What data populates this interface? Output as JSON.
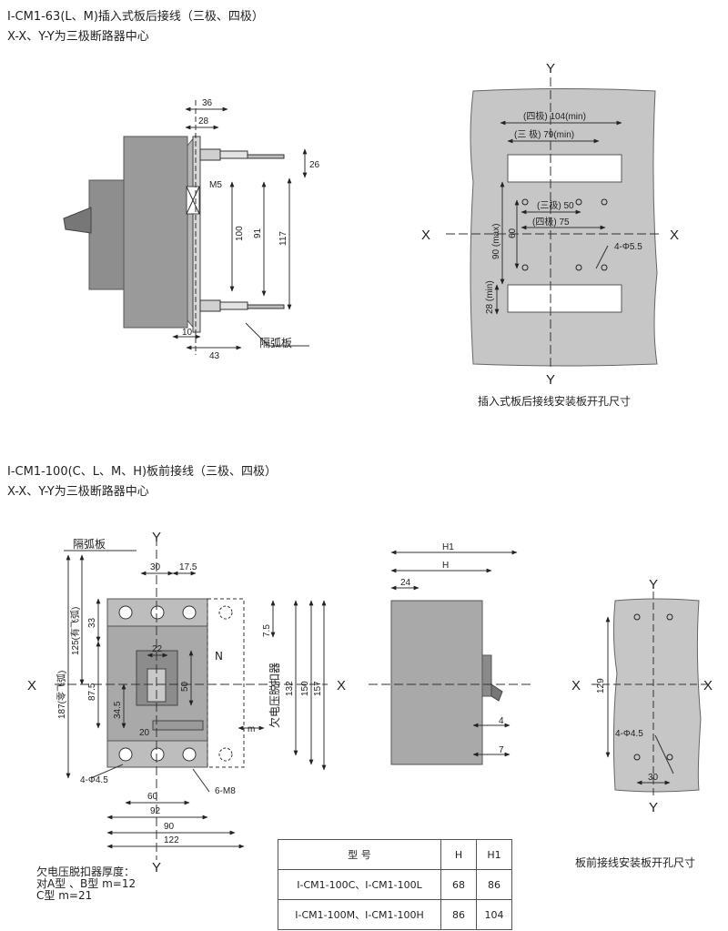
{
  "section1": {
    "title": "I-CM1-63(L、M)插入式板后接线（三极、四极）",
    "subtitle": "X-X、Y-Y为三极断路器中心",
    "side_view": {
      "dims": [
        "36",
        "28",
        "26",
        "M5",
        "100",
        "91",
        "117",
        "10",
        "43"
      ],
      "label_barrier": "隔弧板"
    },
    "panel": {
      "axis_x": "X",
      "axis_y": "Y",
      "dim_four_pole": "(四极) 104(min)",
      "dim_three_pole": "(三 极) 79(min)",
      "dim_three_50": "(三极) 50",
      "dim_four_75": "(四极) 75",
      "dim_90max": "90 (max)",
      "dim_60": "60",
      "dim_28min": "28 (min)",
      "hole_label": "4-Φ5.5",
      "caption": "插入式板后接线安装板开孔尺寸"
    }
  },
  "section2": {
    "title": "I-CM1-100(C、L、M、H)板前接线（三极、四极）",
    "subtitle": "X-X、Y-Y为三极断路器中心",
    "front_view": {
      "label_barrier": "隔弧板",
      "axis_x": "X",
      "axis_y": "Y",
      "dims": [
        "30",
        "17.5",
        "33",
        "125(有飞弧)",
        "187(零飞弧)",
        "87.5",
        "34.5",
        "22",
        "50",
        "20",
        "7.5",
        "132",
        "150",
        "157",
        "60",
        "92",
        "90",
        "122"
      ],
      "label_n": "N",
      "label_uv": "欠电压脱扣器",
      "label_m": "m",
      "hole_label": "4-Φ4.5",
      "screw_label": "6-M8",
      "note_lines": [
        "欠电压脱扣器厚度：",
        "对A型 、B型 m=12",
        "C型 m=21"
      ]
    },
    "side_view": {
      "dims": [
        "H1",
        "H",
        "24",
        "4",
        "7"
      ]
    },
    "panel": {
      "axis_x": "X",
      "axis_y": "Y",
      "dim_129": "129",
      "hole_label": "4-Φ4.5",
      "dim_30": "30",
      "caption": "板前接线安装板开孔尺寸"
    },
    "spec_table": {
      "headers": [
        "型 号",
        "H",
        "H1"
      ],
      "rows": [
        [
          "I-CM1-100C、I-CM1-100L",
          "68",
          "86"
        ],
        [
          "I-CM1-100M、I-CM1-100H",
          "86",
          "104"
        ]
      ]
    }
  }
}
